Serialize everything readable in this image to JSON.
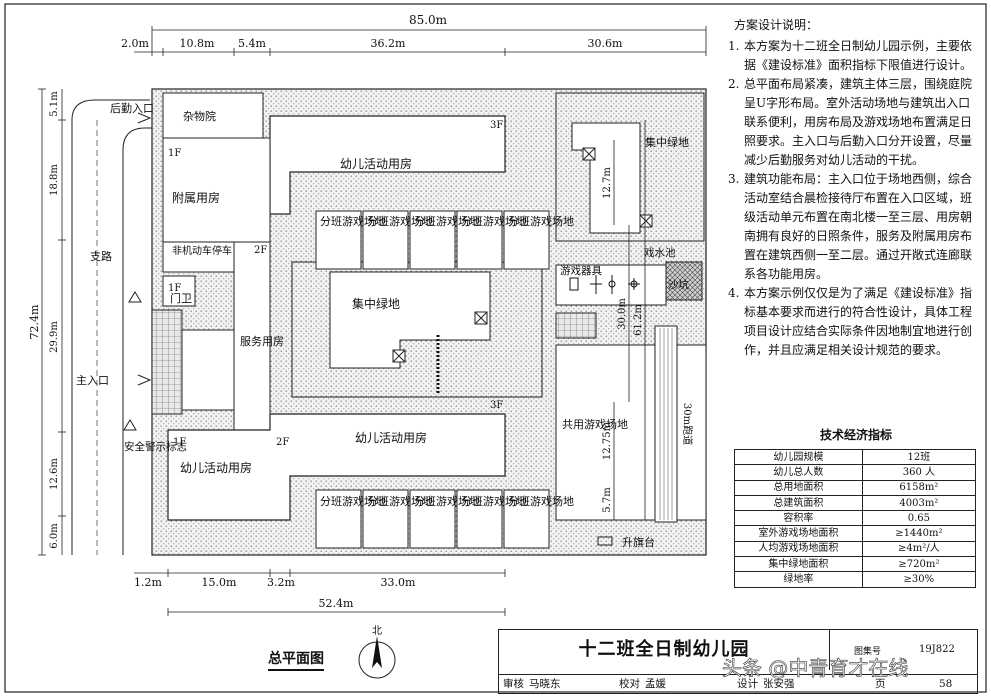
{
  "dims": {
    "total_w": "85.0m",
    "top": [
      "2.0m",
      "10.8m",
      "5.4m",
      "36.2m",
      "30.6m"
    ],
    "bottom": [
      "1.2m",
      "15.0m",
      "3.2m",
      "33.0m",
      "52.4m"
    ],
    "total_h": "72.4m",
    "left": [
      "5.1m",
      "18.8m",
      "29.9m",
      "12.6m",
      "6.0m"
    ],
    "right": [
      "12.7m",
      "30.0m",
      "61.2m",
      "12.75m",
      "5.7m"
    ],
    "track": "30m跑道"
  },
  "labels": {
    "rear_entry": "后勤入口",
    "misc_yard": "杂物院",
    "floor_1f": "1F",
    "floor_2f": "2F",
    "floor_3f": "3F",
    "aux_rooms": "附属用房",
    "bike_parking": "非机动车停车",
    "guard": "门卫",
    "service_rooms": "服务用房",
    "activity_rooms": "幼儿活动用房",
    "class_play": "分班游戏场地",
    "green_area": "集中绿地",
    "play_equip": "游戏器具",
    "water_pool": "戏水池",
    "sand_pit": "沙坑",
    "shared_play": "共用游戏场地",
    "flag": "升旗台",
    "road": "支路",
    "main_entry": "主入口",
    "safety_sign": "安全警示标志",
    "north": "北"
  },
  "plan_title": "总平面图",
  "notes": {
    "title": "方案设计说明：",
    "items": [
      {
        "num": "1.",
        "text": "本方案为十二班全日制幼儿园示例，主要依据《建设标准》面积指标下限值进行设计。"
      },
      {
        "num": "2.",
        "text": "总平面布局紧凑，建筑主体三层，围绕庭院呈U字形布局。室外活动场地与建筑出入口联系便利，用房布局及游戏场地布置满足日照要求。主入口与后勤入口分开设置，尽量减少后勤服务对幼儿活动的干扰。"
      },
      {
        "num": "3.",
        "text": "建筑功能布局：主入口位于场地西侧，综合活动室结合晨检接待厅布置在入口区域，班级活动单元布置在南北楼一至三层、用房朝南拥有良好的日照条件，服务及附属用房布置在建筑西侧一至二层。通过开敞式连廊联系各功能用房。"
      },
      {
        "num": "4.",
        "text": "本方案示例仅仅是为了满足《建设标准》指标基本要求而进行的符合性设计，具体工程项目设计应结合实际条件因地制宜地进行创作，并且应满足相关设计规范的要求。"
      }
    ]
  },
  "table": {
    "title": "技术经济指标",
    "rows": [
      {
        "k": "幼儿园规模",
        "v": "12班"
      },
      {
        "k": "幼儿总人数",
        "v": "360 人"
      },
      {
        "k": "总用地面积",
        "v": "6158m²"
      },
      {
        "k": "总建筑面积",
        "v": "4003m²"
      },
      {
        "k": "容积率",
        "v": "0.65"
      },
      {
        "k": "室外游戏场地面积",
        "v": "≥1440m²"
      },
      {
        "k": "人均游戏场地面积",
        "v": "≥4m²/人"
      },
      {
        "k": "集中绿地面积",
        "v": "≥720m²"
      },
      {
        "k": "绿地率",
        "v": "≥30%"
      }
    ]
  },
  "title_block": {
    "main_title": "十二班全日制幼儿园",
    "code_label": "图集号",
    "code": "19J822",
    "review_label": "审核",
    "review_name": "马晓东",
    "check_label": "校对",
    "check_name": "孟媛",
    "design_label": "设计",
    "design_name": "张安强",
    "page_label": "页",
    "page": "58"
  },
  "watermark": "头条 @中青育才在线"
}
